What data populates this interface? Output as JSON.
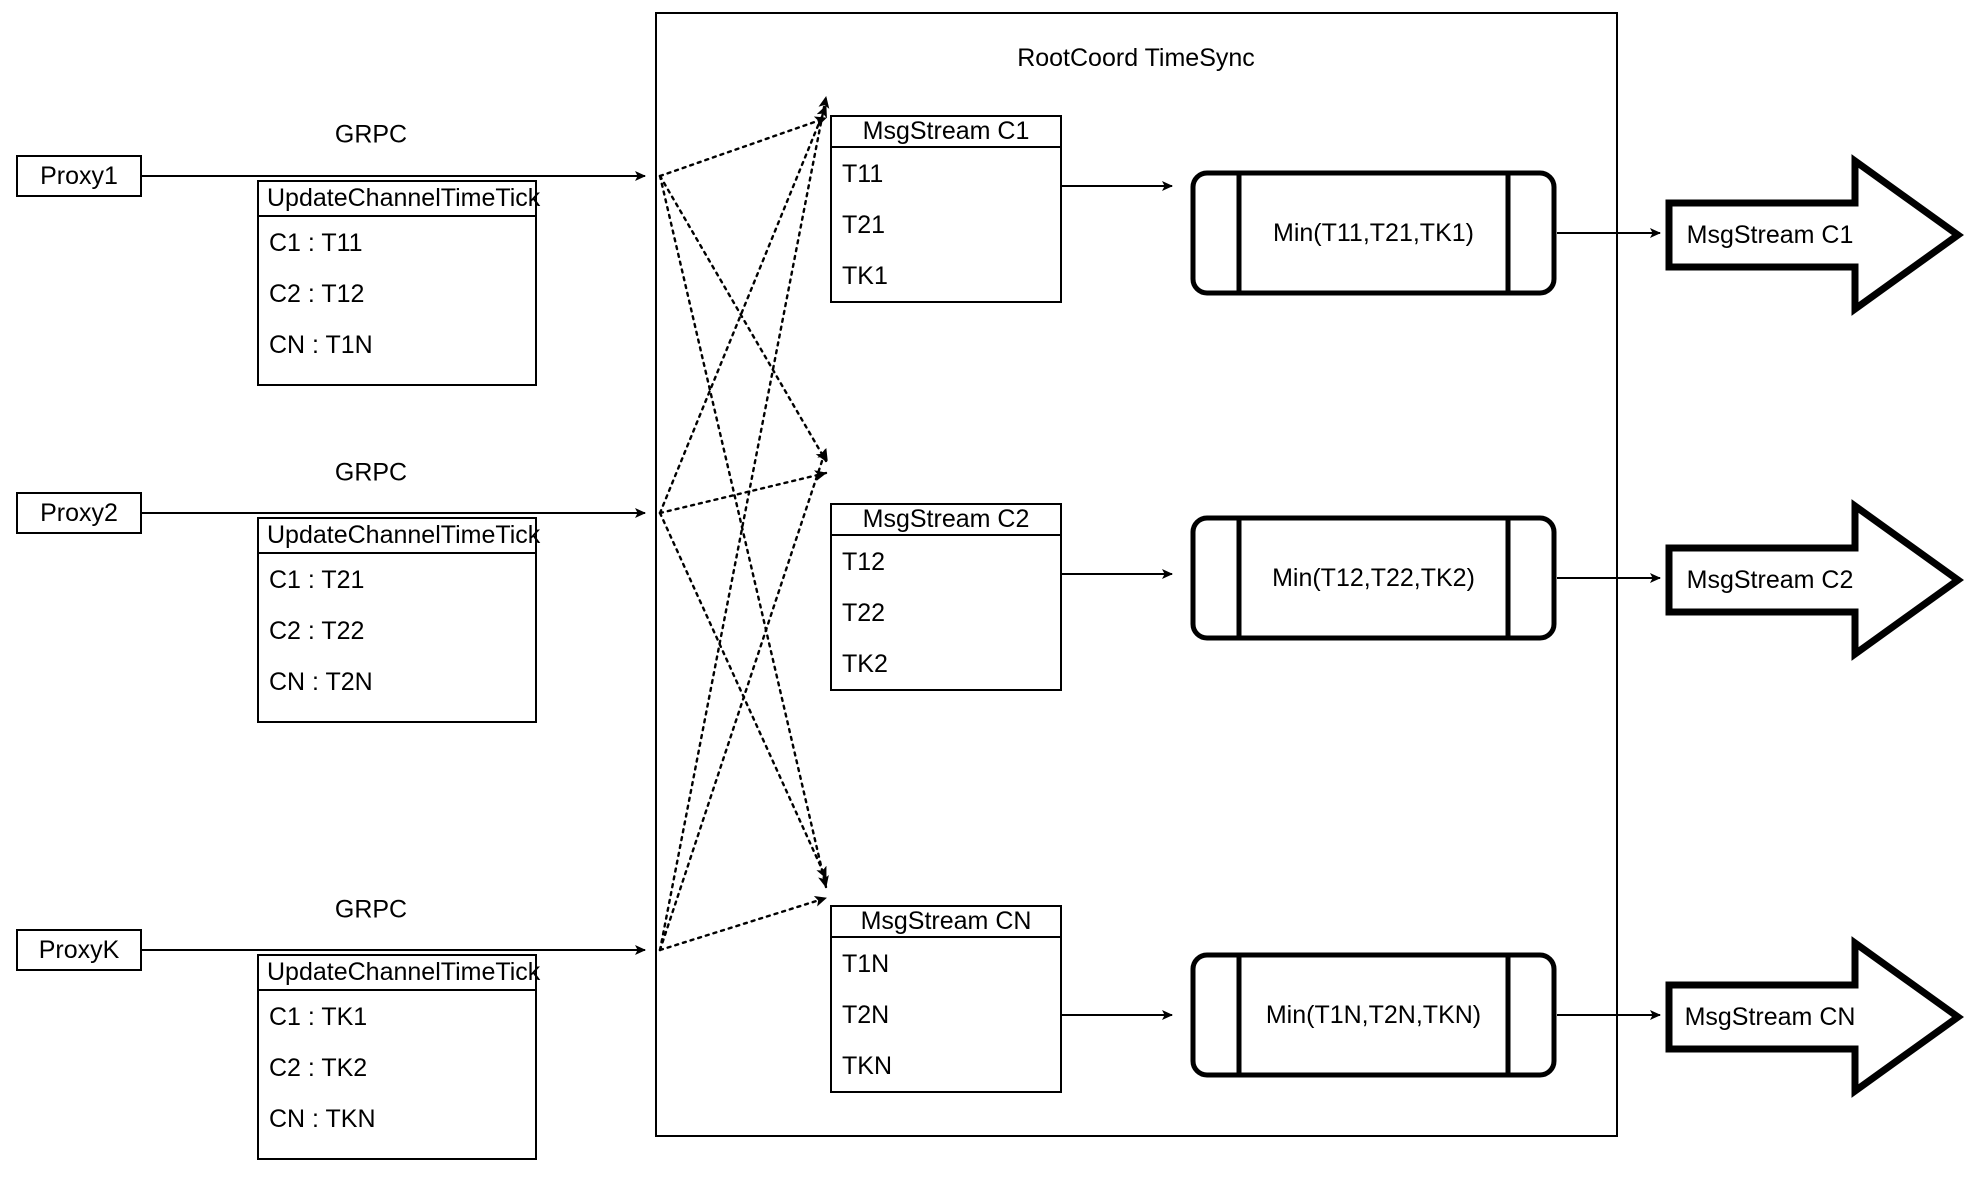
{
  "diagram": {
    "title": "RootCoord TimeSync",
    "container_label": "RootCoord TimeSync"
  },
  "proxies": [
    {
      "name": "Proxy1",
      "link_label": "GRPC",
      "request": {
        "title": "UpdateChannelTimeTick",
        "rows": [
          "C1 :  T11",
          "C2 :  T12",
          "CN : T1N"
        ]
      }
    },
    {
      "name": "Proxy2",
      "link_label": "GRPC",
      "request": {
        "title": "UpdateChannelTimeTick",
        "rows": [
          "C1 :  T21",
          "C2 :  T22",
          "CN : T2N"
        ]
      }
    },
    {
      "name": "ProxyK",
      "link_label": "GRPC",
      "request": {
        "title": "UpdateChannelTimeTick",
        "rows": [
          "C1 :  TK1",
          "C2 :  TK2",
          "CN : TKN"
        ]
      }
    }
  ],
  "channels": [
    {
      "stream": {
        "title": "MsgStream C1",
        "rows": [
          "T11",
          "T21",
          "TK1"
        ]
      },
      "process": {
        "label": "Min(T11,T21,TK1)"
      },
      "output": {
        "label": "MsgStream C1"
      }
    },
    {
      "stream": {
        "title": "MsgStream C2",
        "rows": [
          "T12",
          "T22",
          "TK2"
        ]
      },
      "process": {
        "label": "Min(T12,T22,TK2)"
      },
      "output": {
        "label": "MsgStream C2"
      }
    },
    {
      "stream": {
        "title": "MsgStream CN",
        "rows": [
          "T1N",
          "T2N",
          "TKN"
        ]
      },
      "process": {
        "label": "Min(T1N,T2N,TKN)"
      },
      "output": {
        "label": "MsgStream CN"
      }
    }
  ],
  "colors": {
    "stroke": "#000000",
    "fill": "#ffffff",
    "background": "#ffffff"
  }
}
